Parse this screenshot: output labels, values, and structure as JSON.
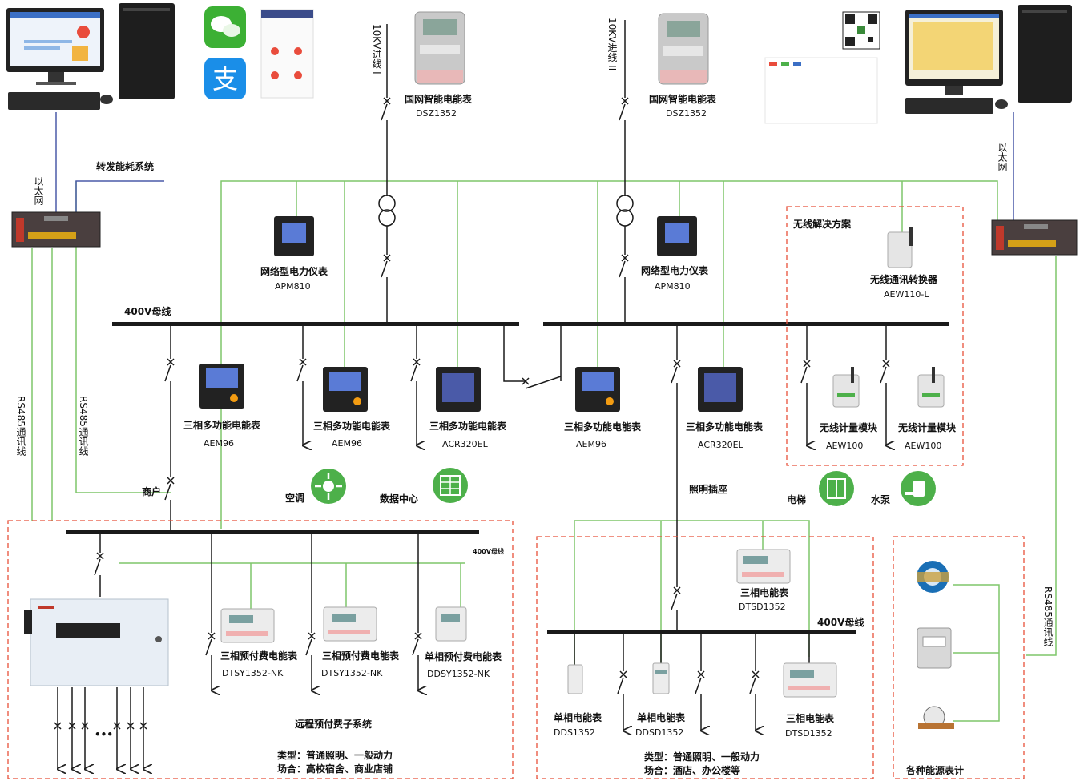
{
  "feeders": {
    "left_feed": "10KV进线 I",
    "right_feed": "10KV进线 II"
  },
  "meters_top": {
    "left": {
      "name": "国网智能电能表",
      "model": "DSZ1352"
    },
    "right": {
      "name": "国网智能电能表",
      "model": "DSZ1352"
    }
  },
  "network": {
    "forward": "转发能耗系统",
    "ethernet_left": "以太网",
    "ethernet_right": "以太网",
    "rs485_1": "RS485通讯线",
    "rs485_2": "RS485通讯线",
    "rs485_right": "RS485通讯线"
  },
  "instruments": {
    "apm_left": {
      "name": "网络型电力仪表",
      "model": "APM810"
    },
    "apm_right": {
      "name": "网络型电力仪表",
      "model": "APM810"
    }
  },
  "bus": {
    "main_400v": "400V母线",
    "sub_400v_left": "400V母线",
    "sub_400v_right": "400V母线"
  },
  "wireless": {
    "title": "无线解决方案",
    "converter": {
      "name": "无线通讯转换器",
      "model": "AEW110-L"
    },
    "module1": {
      "name": "无线计量模块",
      "model": "AEW100"
    },
    "module2": {
      "name": "无线计量模块",
      "model": "AEW100"
    }
  },
  "feeders_400v": [
    {
      "name": "三相多功能电能表",
      "model": "AEM96"
    },
    {
      "name": "三相多功能电能表",
      "model": "AEM96"
    },
    {
      "name": "三相多功能电能表",
      "model": "ACR320EL"
    },
    {
      "name": "三相多功能电能表",
      "model": "AEM96"
    },
    {
      "name": "三相多功能电能表",
      "model": "ACR320EL"
    }
  ],
  "loads": {
    "shop": "商户",
    "ac": "空调",
    "datacenter": "数据中心",
    "lighting": "照明插座",
    "elevator": "电梯",
    "pump": "水泵"
  },
  "prepay": {
    "dtsy1": {
      "name": "三相预付费电能表",
      "model": "DTSY1352-NK"
    },
    "dtsy2": {
      "name": "三相预付费电能表",
      "model": "DTSY1352-NK"
    },
    "ddsy": {
      "name": "单相预付费电能表",
      "model": "DDSY1352-NK"
    },
    "system": "远程预付费子系统",
    "type": "类型：普通照明、一般动力",
    "place": "场合：高校宿舍、商业店铺",
    "dots": "•••"
  },
  "middle": {
    "dtsd_top": {
      "name": "三相电能表",
      "model": "DTSD1352"
    },
    "dds": {
      "name": "单相电能表",
      "model": "DDS1352"
    },
    "ddsd": {
      "name": "单相电能表",
      "model": "DDSD1352"
    },
    "dtsd_bottom": {
      "name": "三相电能表",
      "model": "DTSD1352"
    },
    "type": "类型：普通照明、一般动力",
    "place": "场合：酒店、办公楼等"
  },
  "energy": {
    "label": "各种能源表计"
  },
  "colors": {
    "green": "#7ec66a",
    "blue": "#4a5aa8",
    "red_dash": "#e8503a",
    "bus": "#1a1a1a",
    "icon_green": "#4db04a"
  }
}
